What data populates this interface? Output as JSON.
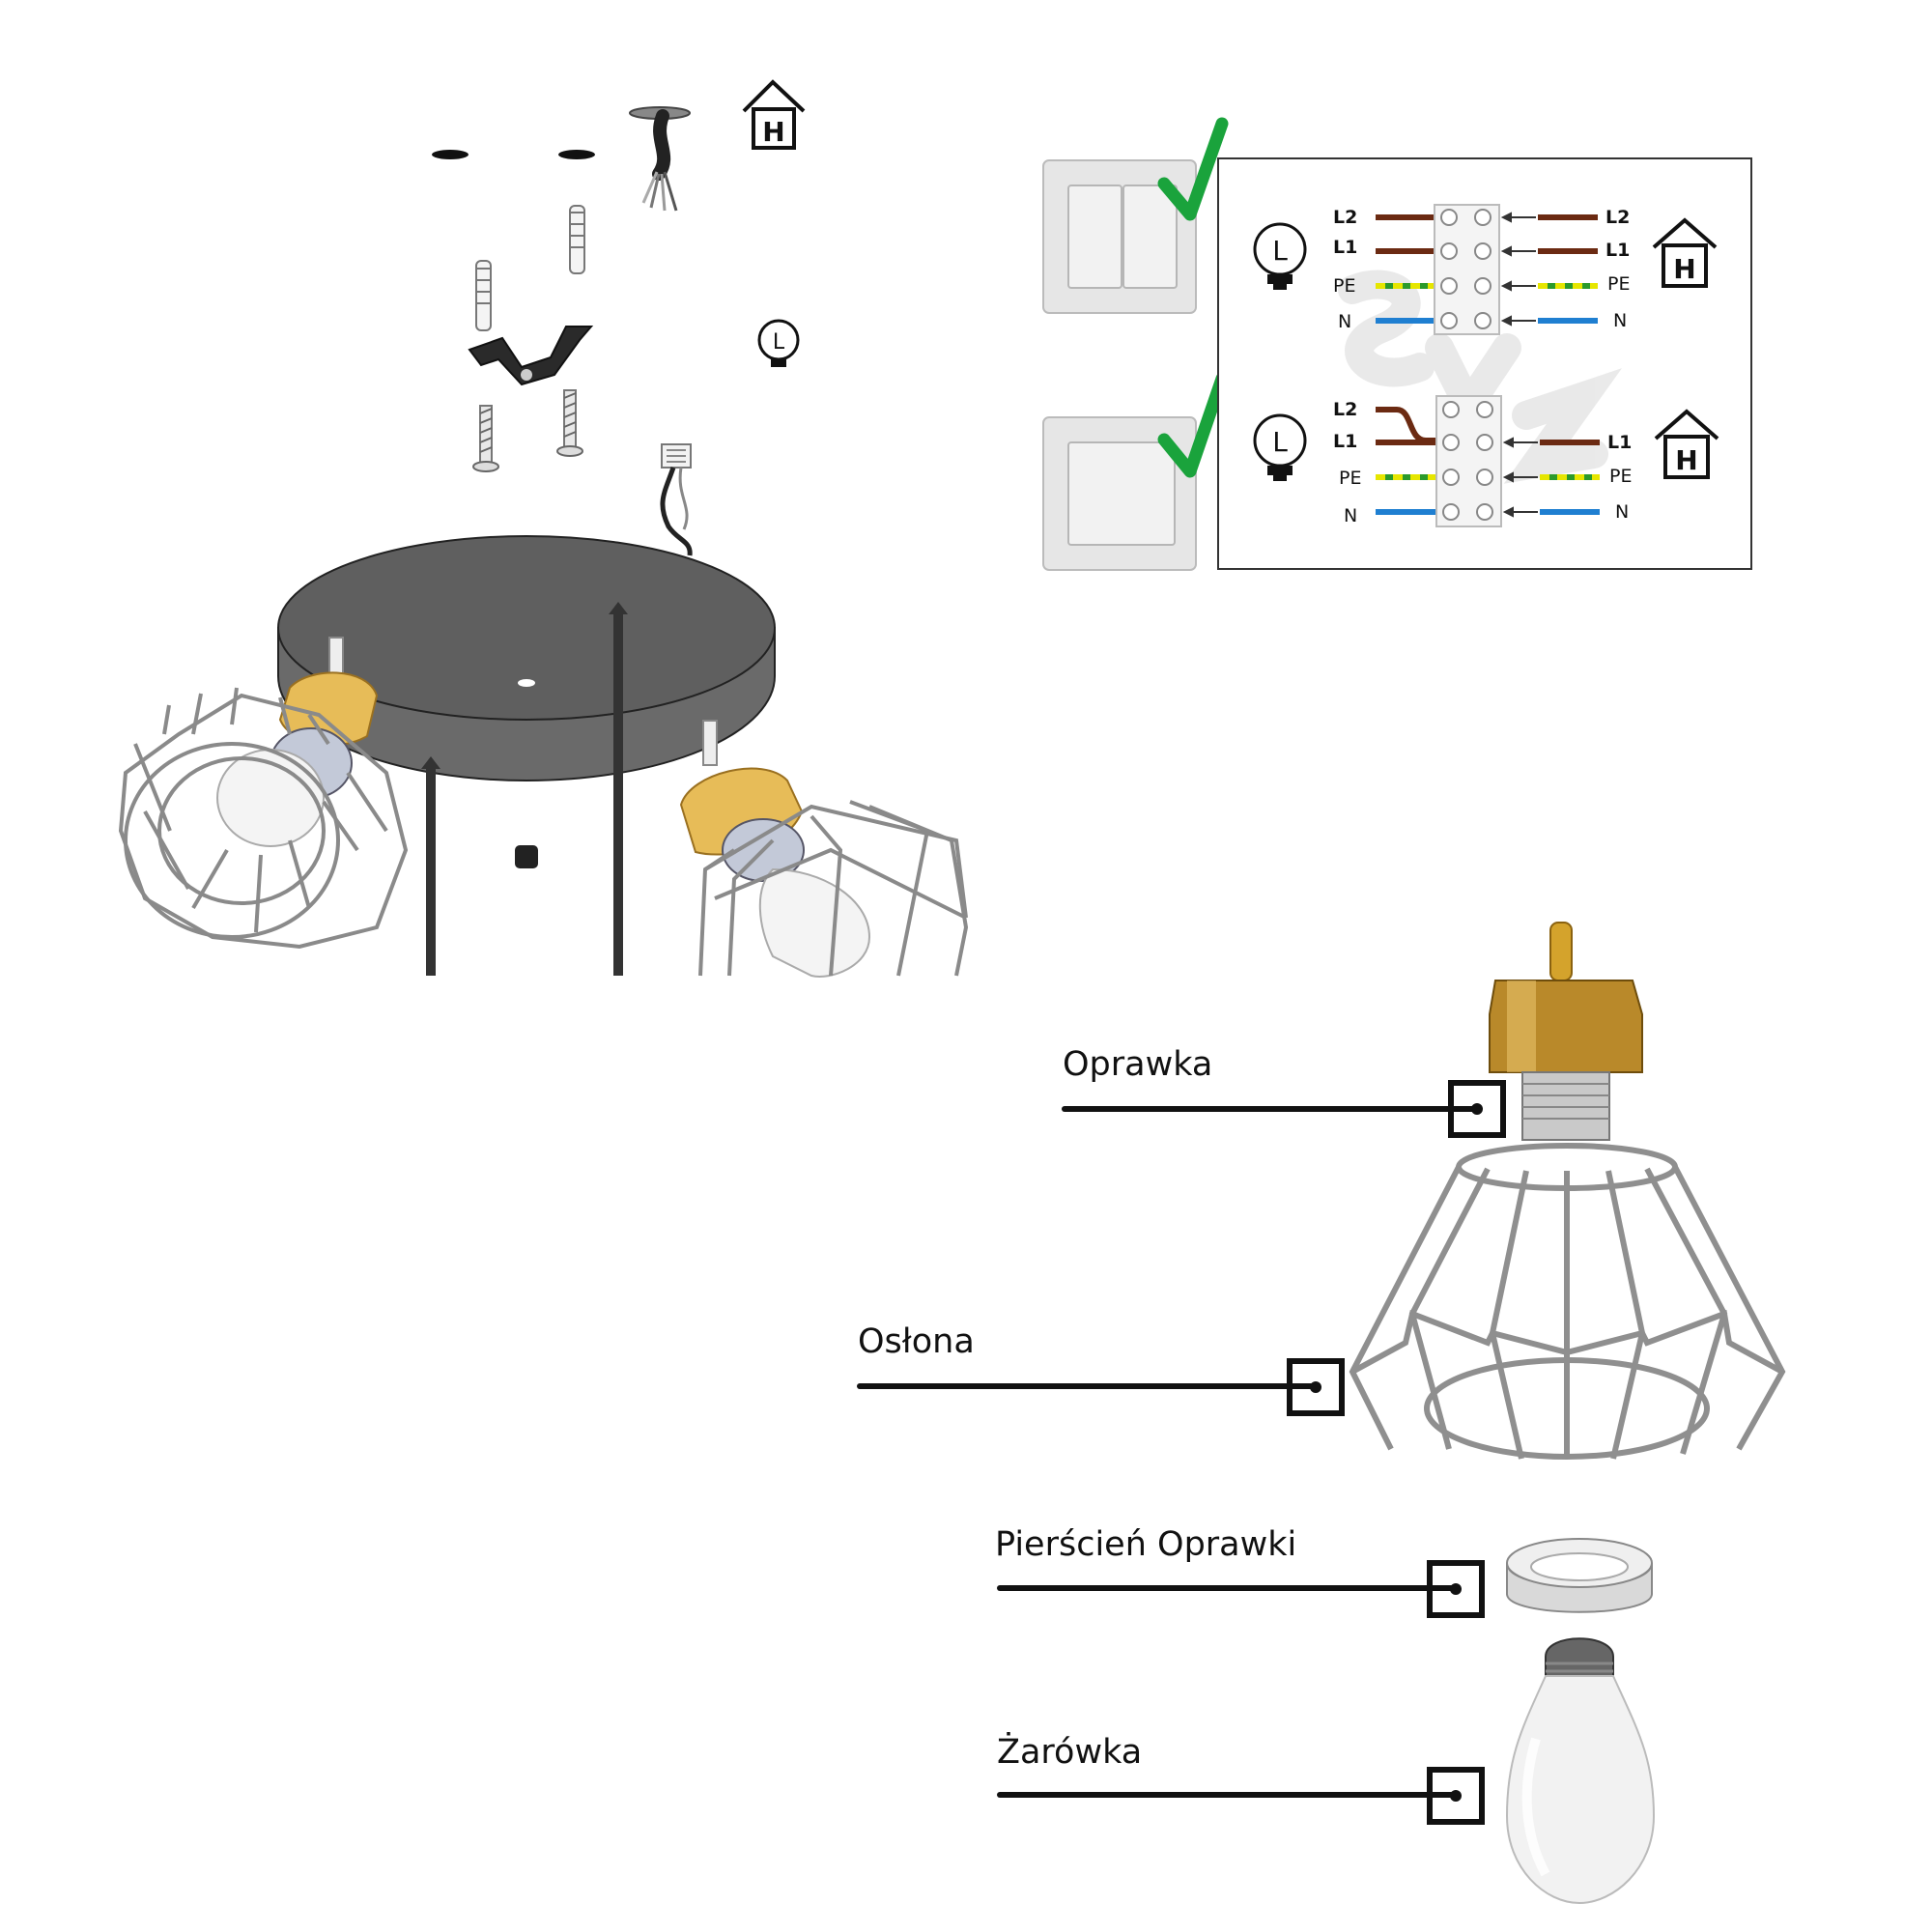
{
  "wiring": {
    "double_switch": {
      "left": {
        "l2": "L2",
        "l1": "L1",
        "pe": "PE",
        "n": "N"
      },
      "right": {
        "l2": "L2",
        "l1": "L1",
        "pe": "PE",
        "n": "N"
      }
    },
    "single_switch": {
      "left": {
        "l2": "L2",
        "l1": "L1",
        "pe": "PE",
        "n": "N"
      },
      "right": {
        "l1": "L1",
        "pe": "PE",
        "n": "N"
      }
    },
    "lamp_symbol": "L",
    "house_symbol": "H"
  },
  "mount_icons": {
    "house_symbol": "H",
    "lamp_symbol": "L"
  },
  "parts": {
    "socket": "Oprawka",
    "shade": "Osłona",
    "ring": "Pierścień Oprawki",
    "bulb": "Żarówka"
  },
  "colors": {
    "wire_brown": "#6b2a12",
    "wire_blue": "#1f7fd1",
    "wire_yellow": "#e6e600",
    "wire_green": "#2b9a2b",
    "check_green": "#1aa33c",
    "canopy": "#6f6f6f",
    "brass": "#c9962a"
  },
  "icons": [
    "house-icon",
    "lamp-icon",
    "checkmark-icon",
    "switch-icon"
  ]
}
